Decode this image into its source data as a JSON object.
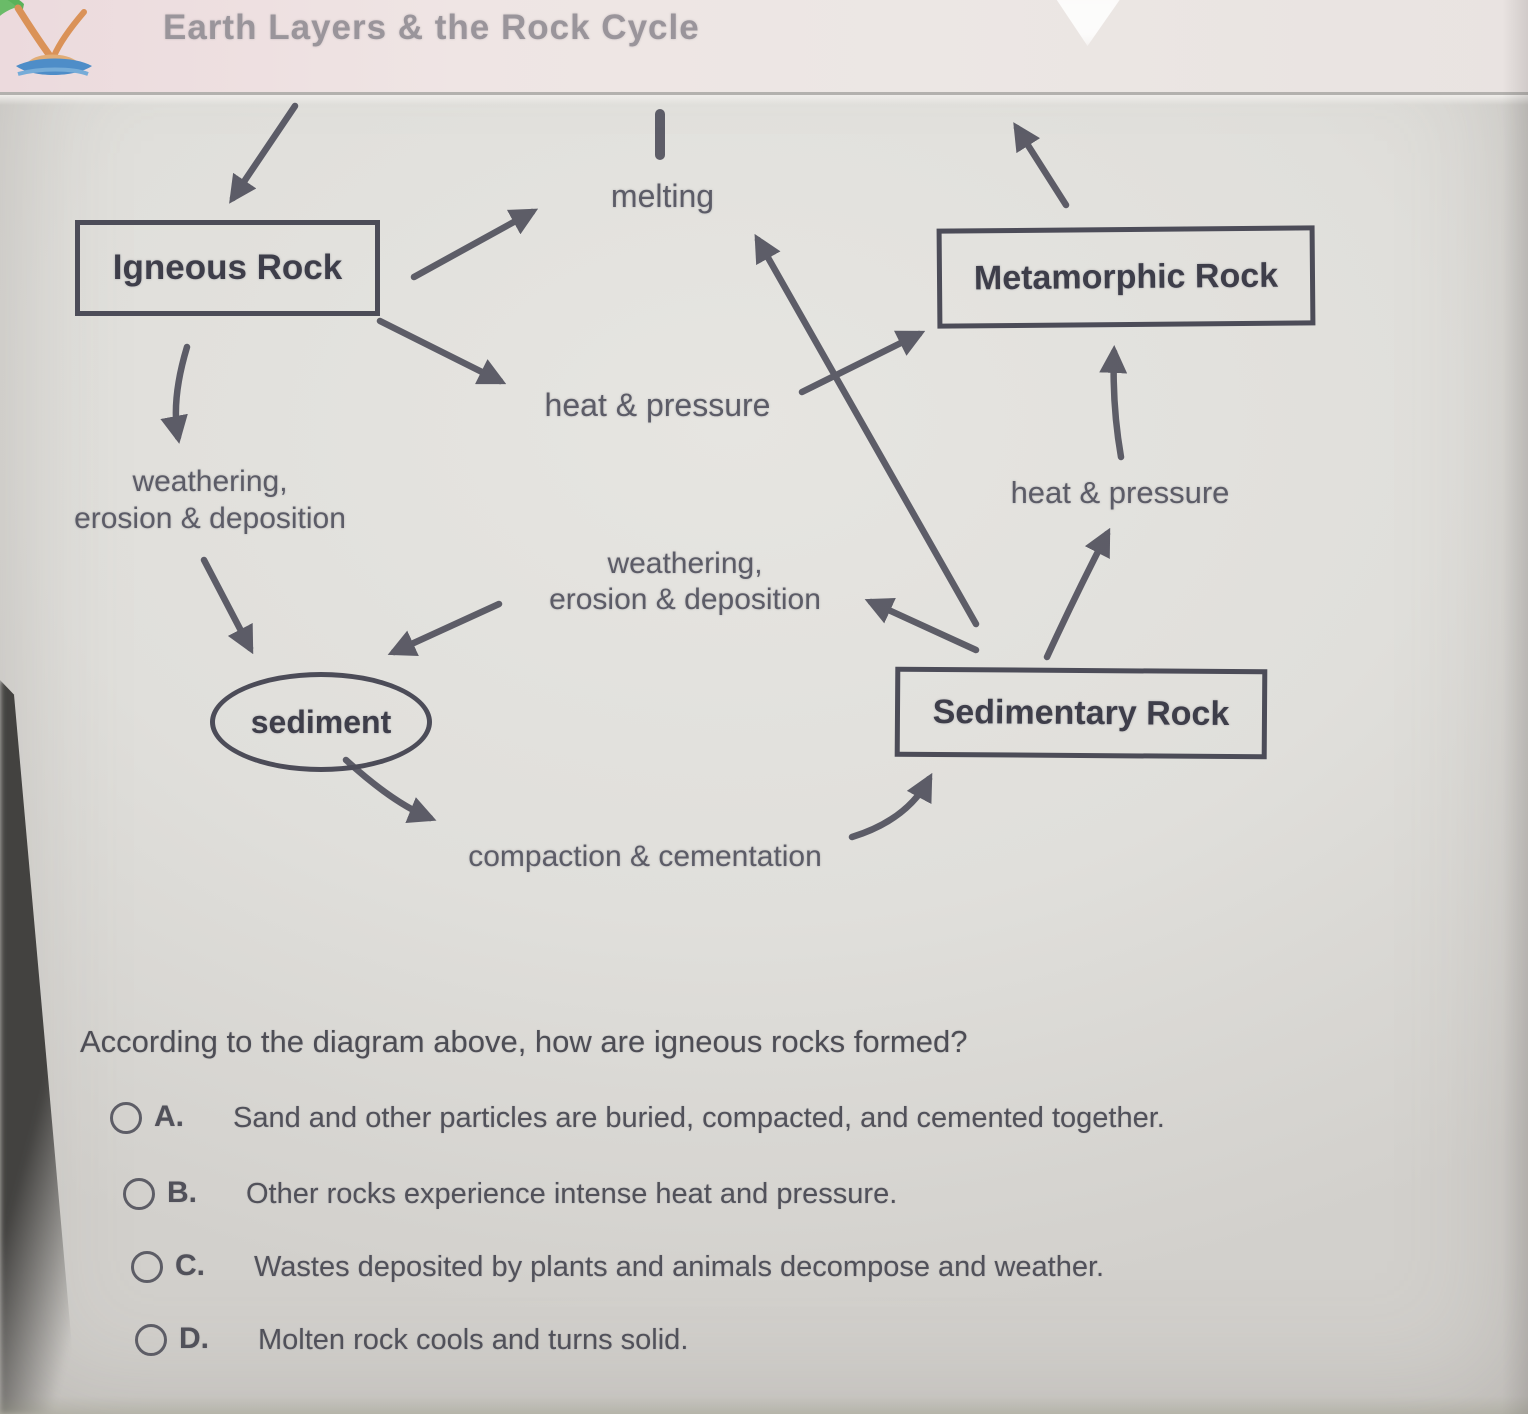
{
  "header": {
    "title": "Earth Layers & the Rock Cycle",
    "logo": "palm-tree-island-icon"
  },
  "diagram": {
    "nodes": {
      "igneous": "Igneous Rock",
      "metamorphic": "Metamorphic Rock",
      "sedimentary": "Sedimentary Rock",
      "sediment": "sediment"
    },
    "labels": {
      "melting": "melting",
      "heat_pressure_left": "heat & pressure",
      "heat_pressure_right": "heat & pressure",
      "weathering_left": {
        "line1": "weathering,",
        "line2": "erosion & deposition"
      },
      "weathering_center": {
        "line1": "weathering,",
        "line2": "erosion & deposition"
      },
      "compaction": "compaction & cementation"
    },
    "colors": {
      "ink": "#53535f",
      "box_border": "#4c4c58"
    }
  },
  "question": {
    "prompt": "According to the diagram above, how are igneous rocks formed?",
    "options": [
      {
        "letter": "A.",
        "text": "Sand and other particles are buried, compacted, and cemented together.",
        "selected": false
      },
      {
        "letter": "B.",
        "text": "Other rocks experience intense heat and pressure.",
        "selected": false
      },
      {
        "letter": "C.",
        "text": "Wastes deposited by plants and animals decompose and weather.",
        "selected": false
      },
      {
        "letter": "D.",
        "text": "Molten rock cools and turns solid.",
        "selected": false
      }
    ]
  }
}
